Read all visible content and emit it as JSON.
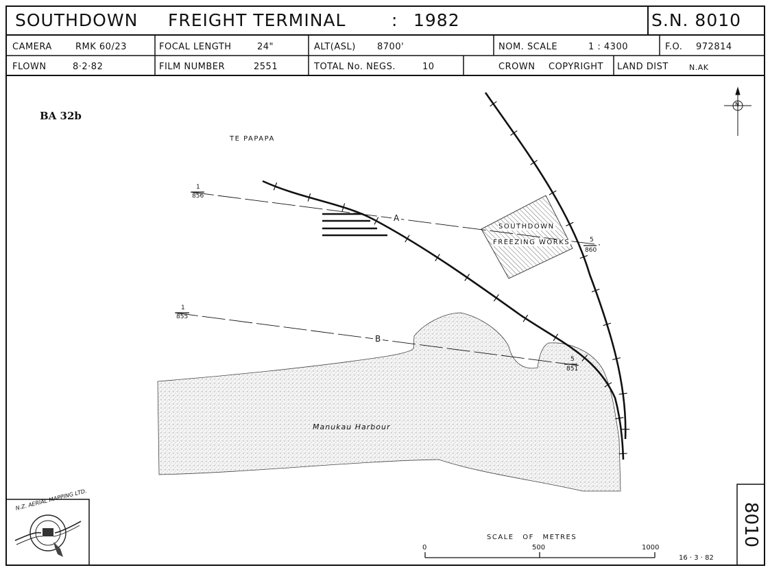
{
  "header": {
    "title_left": "SOUTHDOWN",
    "title_main": "FREIGHT TERMINAL",
    "title_sep": ":",
    "title_year": "1982",
    "sheet_no": "S.N. 8010"
  },
  "row1": {
    "camera_label": "CAMERA",
    "camera_value": "RMK 60/23",
    "focal_label": "FOCAL LENGTH",
    "focal_value": "24\"",
    "alt_label": "ALT(ASL)",
    "alt_value": "8700'",
    "scale_label": "NOM. SCALE",
    "scale_value": "1 : 4300",
    "fo_label": "F.O.",
    "fo_value": "972814"
  },
  "row2": {
    "flown_label": "FLOWN",
    "flown_value": "8·2·82",
    "film_label": "FILM NUMBER",
    "film_value": "2551",
    "negs_label": "TOTAL No. NEGS.",
    "negs_value": "10",
    "crown_label": "CROWN",
    "copyright_label": "COPYRIGHT",
    "land_label": "LAND DIST",
    "land_value": "N.AK"
  },
  "map": {
    "ref": "BA 32b",
    "place_te_papapa": "TE PAPAPA",
    "place_harbour": "Manukau Harbour",
    "works_line1": "SOUTHDOWN",
    "works_line2": "FREEZING WORKS",
    "run_a": "A",
    "run_b": "B",
    "run_a_start_top": "1",
    "run_a_start_bottom": "856",
    "run_a_end_top": "5",
    "run_a_end_bottom": "860",
    "run_b_start_top": "1",
    "run_b_start_bottom": "855",
    "run_b_end_top": "5",
    "run_b_end_bottom": "851",
    "north": "N"
  },
  "scale_bar": {
    "title": "SCALE OF METRES",
    "tick_0": "0",
    "tick_500": "500",
    "tick_1000": "1000"
  },
  "footer": {
    "date": "16 · 3 · 82",
    "side_number": "8010",
    "logo_text": "N.Z. AERIAL MAPPING LTD."
  }
}
